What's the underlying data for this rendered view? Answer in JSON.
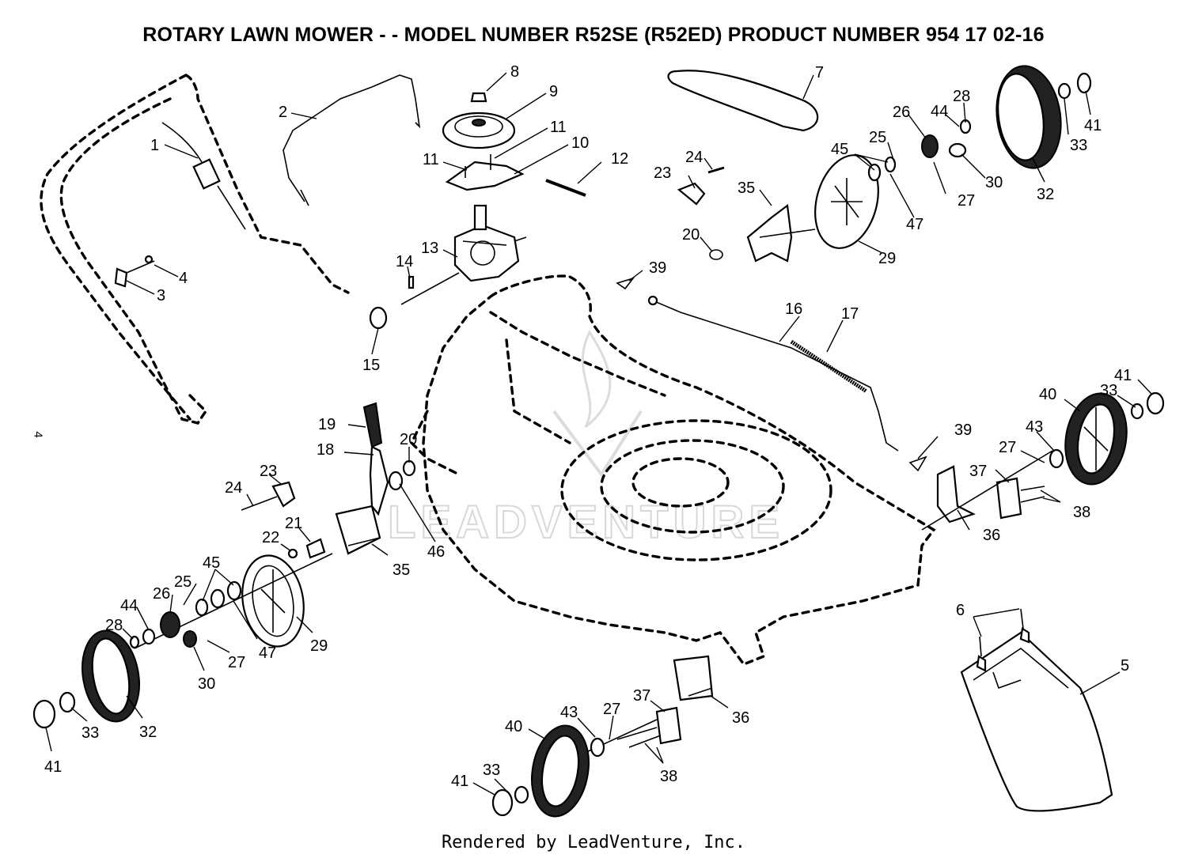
{
  "header": {
    "title": "ROTARY LAWN MOWER - - MODEL NUMBER R52SE (R52ED) PRODUCT NUMBER 954 17 02-16"
  },
  "footer": {
    "rendered_by": "Rendered by LeadVenture, Inc."
  },
  "page": {
    "number": "4"
  },
  "watermark": {
    "text": "LEADVENTURE"
  },
  "callouts": [
    "1",
    "2",
    "3",
    "4",
    "5",
    "6",
    "7",
    "8",
    "9",
    "10",
    "11",
    "11",
    "12",
    "13",
    "14",
    "15",
    "16",
    "17",
    "18",
    "19",
    "20",
    "20",
    "21",
    "22",
    "23",
    "23",
    "24",
    "24",
    "25",
    "25",
    "26",
    "26",
    "27",
    "27",
    "27",
    "27",
    "28",
    "28",
    "29",
    "29",
    "30",
    "30",
    "32",
    "32",
    "33",
    "33",
    "33",
    "33",
    "35",
    "35",
    "36",
    "36",
    "37",
    "37",
    "38",
    "38",
    "39",
    "39",
    "40",
    "40",
    "41",
    "41",
    "41",
    "41",
    "43",
    "43",
    "44",
    "44",
    "45",
    "45",
    "46",
    "47",
    "47"
  ]
}
